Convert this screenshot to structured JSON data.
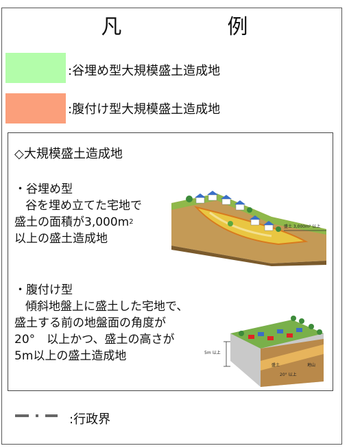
{
  "legend": {
    "title": "凡　例",
    "items": [
      {
        "color": "#b3fdaa",
        "label": ":谷埋め型大規模盛土造成地"
      },
      {
        "color": "#fb9f7b",
        "label": ":腹付け型大規模盛土造成地"
      }
    ]
  },
  "info": {
    "title": "◇大規模盛土造成地",
    "valley": {
      "heading": "・谷埋め型",
      "line1": "谷を埋め立てた宅地で",
      "line2": "盛土の面積が3,000m",
      "line2_sup": "2",
      "line3": "以上の盛土造成地",
      "illustration_label": "盛土 3,000m² 以上"
    },
    "slope": {
      "heading": "・腹付け型",
      "line1": "傾斜地盤上に盛土した宅地で、",
      "line2": "盛土する前の地盤面の角度が",
      "line3": "20°　以上かつ、盛土の高さが",
      "line4": "5m以上の盛土造成地",
      "illustration_height_label": "5m 以上",
      "illustration_fill_label": "盛土",
      "illustration_ground_label": "地山",
      "illustration_angle_label": "20° 以上"
    }
  },
  "boundary": {
    "label": ":行政界"
  }
}
